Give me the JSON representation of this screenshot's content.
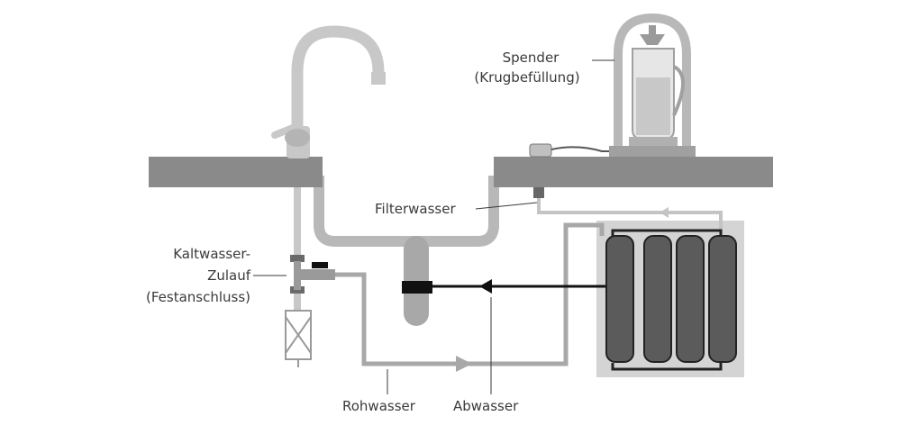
{
  "labels": {
    "spender": "Spender",
    "spender_sub": "(Krugbefüllung)",
    "filterwasser": "Filterwasser",
    "kaltwasser_line1": "Kaltwasser-",
    "kaltwasser_line2": "Zulauf",
    "kaltwasser_line3": "(Festanschluss)",
    "rohwasser": "Rohwasser",
    "abwasser": "Abwasser"
  },
  "colors": {
    "counter": "#8a8a8a",
    "faucet": "#c8c8c8",
    "sink": "#b8b8b8",
    "filter_panel": "#d4d4d4",
    "cartridge": "#5b5b5b",
    "raw_pipe": "#aaaaaa",
    "waste_pipe": "#111111",
    "text": "#3a3a3a"
  },
  "icons": [
    "faucet-icon",
    "dispenser-icon",
    "filter-cartridge-icon",
    "valve-icon",
    "shutoff-box-icon"
  ]
}
